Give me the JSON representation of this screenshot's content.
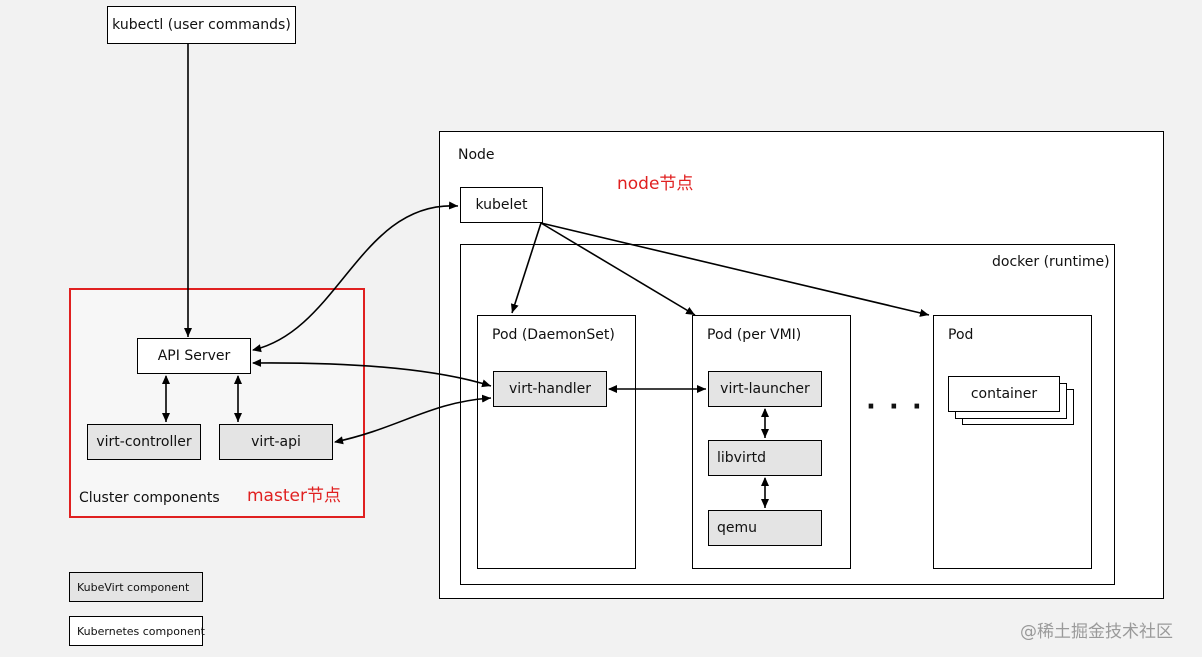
{
  "top": {
    "kubectl": "kubectl (user commands)"
  },
  "master": {
    "api_server": "API Server",
    "virt_controller": "virt-controller",
    "virt_api": "virt-api",
    "cluster_label": "Cluster components",
    "master_label": "master节点",
    "border_color": "#e02020"
  },
  "node": {
    "title": "Node",
    "node_label": "node节点",
    "kubelet": "kubelet",
    "docker_label": "docker (runtime)",
    "pod_daemonset": {
      "title": "Pod (DaemonSet)",
      "virt_handler": "virt-handler"
    },
    "pod_vmi": {
      "title": "Pod (per VMI)",
      "virt_launcher": "virt-launcher",
      "libvirtd": "libvirtd",
      "qemu": "qemu"
    },
    "ellipsis": "· · ·",
    "pod_generic": {
      "title": "Pod",
      "container": "container"
    }
  },
  "legend": {
    "kubevirt": "KubeVirt component",
    "kubernetes": "Kubernetes component",
    "kubevirt_color": "#e4e4e4"
  },
  "watermark": "@稀土掘金技术社区"
}
